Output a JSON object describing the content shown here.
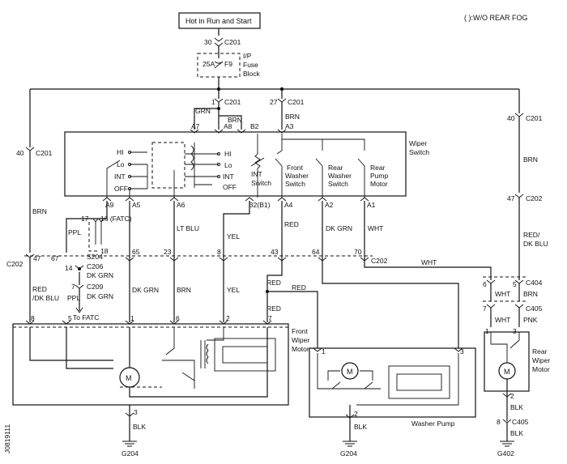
{
  "header": {
    "hot_label": "Hot in Run and Start",
    "legend": "( ):W/O REAR FOG"
  },
  "fuse": {
    "pin_top": "30",
    "conn_top": "C201",
    "rating": "25A",
    "name": "F9",
    "block": [
      "I/P",
      "Fuse",
      "Block"
    ]
  },
  "top_connectors": {
    "c1_pin": "1",
    "c1_name": "C201",
    "c27_pin": "27",
    "c27_name": "C201",
    "grn": "GRN",
    "brn_a8": "BRN",
    "brn_a3": "BRN"
  },
  "switch": {
    "title": [
      "Wiper",
      "Switch"
    ],
    "pins_top": [
      "A7",
      "A8",
      "B2",
      "A3"
    ],
    "pins_bottom": [
      "A9",
      "A5",
      "A6",
      "B2(B1)",
      "A4",
      "A2",
      "A1"
    ],
    "positions": [
      "HI",
      "Lo",
      "INT",
      "OFF"
    ],
    "positions2": [
      "HI",
      "Lo",
      "INT",
      "OFF"
    ],
    "int_switch": [
      "INT",
      "Switch"
    ],
    "front_washer": [
      "Front",
      "Washer",
      "Switch"
    ],
    "rear_washer": [
      "Rear",
      "Washer",
      "Switch"
    ],
    "rear_pump": [
      "Rear",
      "Pump",
      "Motor"
    ]
  },
  "left": {
    "c201_pin": "40",
    "c201_name": "C201",
    "brn": "BRN",
    "c202_name": "C202",
    "c202_pin47": "47",
    "c202_pin67": "67",
    "reddk": [
      "RED",
      "/DK BLU"
    ]
  },
  "splice": {
    "p17": "17",
    "p16": "16 (FATC)",
    "p18": "18",
    "s204": "S204",
    "ppl": "PPL",
    "c206_pin": "14",
    "c206_name": "C206",
    "dkgrn1": "DK GRN",
    "c209_pin": "7",
    "c209_name": "C209",
    "dkgrn2": "DK GRN",
    "ppl2": "PPL",
    "to_fatc": "To FATC"
  },
  "wires": {
    "ltblu": "LT BLU",
    "yel": "YEL",
    "red": "RED",
    "dkgrn": "DK GRN",
    "wht": "WHT"
  },
  "c202_row": {
    "p65": "65",
    "p23": "23",
    "p8": "8",
    "p43": "43",
    "p64": "64",
    "p70": "70",
    "name": "C202",
    "wht": "WHT"
  },
  "lower_wires": {
    "dkgrn": "DK GRN",
    "brn": "BRN",
    "yel": "YEL",
    "red1": "RED",
    "red2": "RED",
    "red3": "RED"
  },
  "front_motor": {
    "pins": [
      "8",
      "5",
      "1",
      "6",
      "2",
      "7"
    ],
    "name": [
      "Front",
      "Wiper",
      "Motor"
    ],
    "m": "M",
    "gnd_pin": "3",
    "blk": "BLK",
    "ground": "G204"
  },
  "washer_pump": {
    "pin1": "1",
    "pin3": "3",
    "m": "M",
    "gnd_pin": "2",
    "blk": "BLK",
    "name": "Washer Pump",
    "ground": "G204"
  },
  "right": {
    "c201_pin": "40",
    "c201_name": "C201",
    "brn": "BRN",
    "c202_pin": "47",
    "c202_name": "C202",
    "reddk": [
      "RED/",
      "DK BLU"
    ],
    "c404_p6": "6",
    "c404_p5": "5",
    "c404_name": "C404",
    "wht1": "WHT",
    "brn2": "BRN",
    "c405_p7": "7",
    "c405_name": "C405",
    "wht2": "WHT",
    "pnk": "PNK",
    "p1": "1",
    "p3": "3"
  },
  "rear_motor": {
    "name": [
      "Rear",
      "Wiper",
      "Motor"
    ],
    "m": "M",
    "pin2": "2",
    "blk1": "BLK",
    "c405_p8": "8",
    "c405_name": "C405",
    "blk2": "BLK",
    "ground": "G402"
  },
  "side_code": "J0819111"
}
